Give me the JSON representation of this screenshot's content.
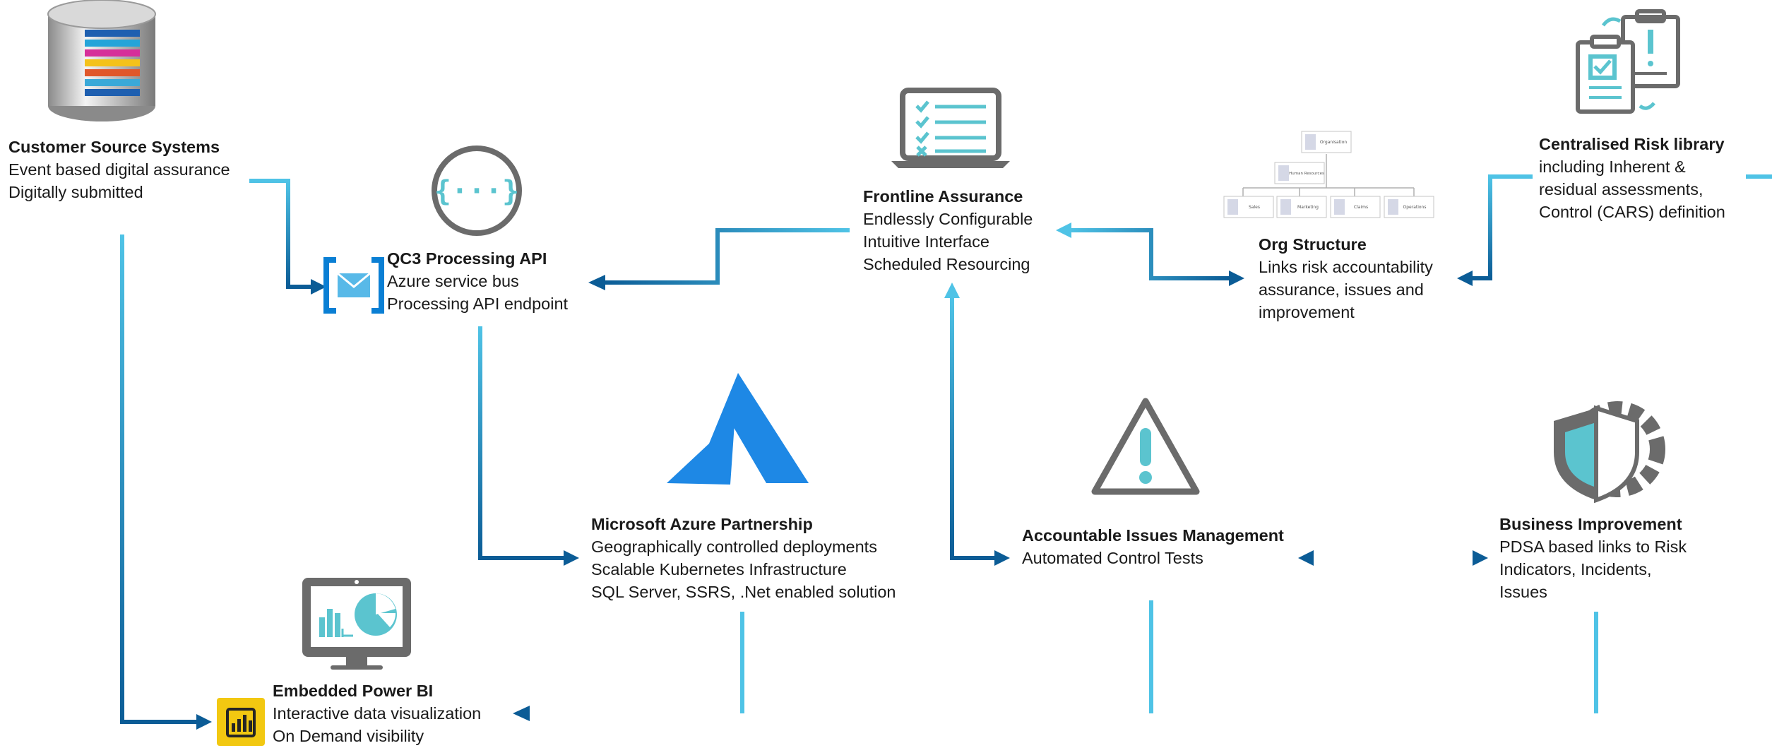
{
  "colors": {
    "flow_light": "#4fc3e6",
    "flow_dark": "#0b5c96",
    "icon_grey": "#6b6b6b",
    "icon_teal": "#5bc4cf",
    "azure_blue": "#0a7fd4",
    "powerbi_yellow": "#f2c811"
  },
  "nodes": {
    "customer_source": {
      "title": "Customer Source Systems",
      "line1": "Event based digital assurance",
      "line2": "Digitally submitted",
      "icon": "database-icon"
    },
    "qc3_api": {
      "title": "QC3 Processing API",
      "line1": "Azure service bus",
      "line2": "Processing API endpoint",
      "icon": "api-icon"
    },
    "frontline": {
      "title": "Frontline Assurance",
      "line1": "Endlessly Configurable",
      "line2": "Intuitive Interface",
      "line3": "Scheduled Resourcing",
      "icon": "laptop-checklist-icon"
    },
    "org_structure": {
      "title": "Org Structure",
      "line1": "Links risk accountability",
      "line2": "assurance, issues and",
      "line3": "improvement",
      "icon": "org-chart-icon",
      "chart_labels": {
        "root": "Organisation",
        "mid": "Human Resources",
        "leaf1": "Sales",
        "leaf2": "Marketing",
        "leaf3": "Claims",
        "leaf4": "Operations"
      }
    },
    "risk_library": {
      "title": "Centralised Risk library",
      "line1": "including Inherent &",
      "line2": "residual assessments,",
      "line3": "Control (CARS) definition",
      "icon": "clipboard-icon"
    },
    "azure": {
      "title": "Microsoft Azure Partnership",
      "line1": "Geographically controlled deployments",
      "line2": "Scalable Kubernetes Infrastructure",
      "line3": "SQL Server, SSRS, .Net enabled solution",
      "icon": "azure-logo-icon"
    },
    "issues": {
      "title": "Accountable Issues Management",
      "line1": "Automated Control Tests",
      "icon": "warning-icon"
    },
    "business_improvement": {
      "title": "Business Improvement",
      "line1": "PDSA based links to Risk",
      "line2": "Indicators, Incidents,",
      "line3": "Issues",
      "icon": "shield-gear-icon"
    },
    "power_bi": {
      "title": "Embedded Power BI",
      "line1": "Interactive data visualization",
      "line2": "On Demand visibility",
      "icon": "monitor-chart-icon",
      "badge_icon": "power-bi-icon"
    }
  }
}
